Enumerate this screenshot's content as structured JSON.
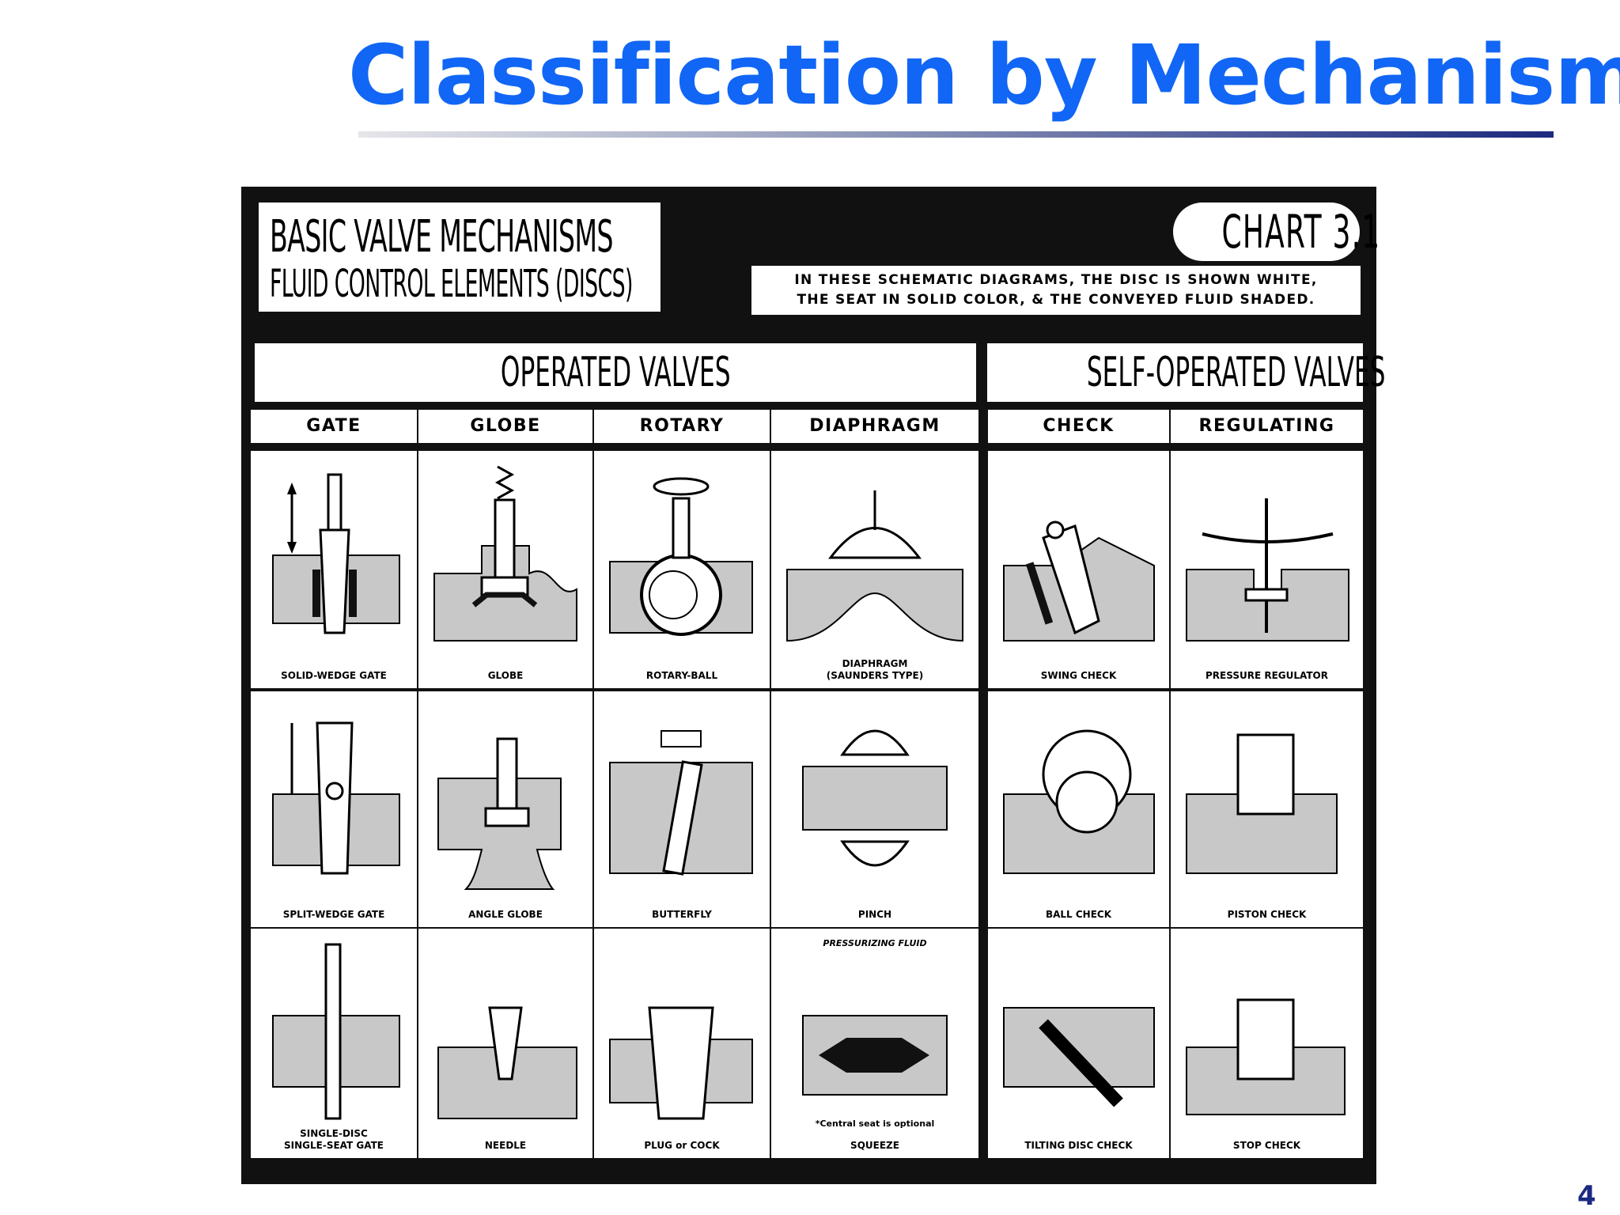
{
  "slide": {
    "title": "Classification by Mechanism",
    "page_number": "4"
  },
  "poster": {
    "title_line1": "BASIC VALVE MECHANISMS",
    "title_line2": "FLUID CONTROL ELEMENTS (DISCS)",
    "chart_number": "CHART 3.1",
    "note_line1": "IN THESE SCHEMATIC DIAGRAMS, THE DISC IS SHOWN WHITE,",
    "note_line2": "THE SEAT IN SOLID COLOR, & THE CONVEYED FLUID SHADED.",
    "groups": [
      "OPERATED VALVES",
      "SELF-OPERATED VALVES"
    ],
    "columns": [
      "GATE",
      "GLOBE",
      "ROTARY",
      "DIAPHRAGM",
      "CHECK",
      "REGULATING"
    ],
    "rows": [
      [
        "SOLID-WEDGE GATE",
        "GLOBE",
        "ROTARY-BALL",
        "DIAPHRAGM\n(SAUNDERS TYPE)",
        "SWING CHECK",
        "PRESSURE REGULATOR"
      ],
      [
        "SPLIT-WEDGE GATE",
        "ANGLE GLOBE",
        "BUTTERFLY",
        "PINCH",
        "BALL CHECK",
        "PISTON CHECK"
      ],
      [
        "SINGLE-DISC\nSINGLE-SEAT GATE",
        "NEEDLE",
        "PLUG or COCK",
        "SQUEEZE",
        "TILTING DISC CHECK",
        "STOP CHECK"
      ]
    ],
    "squeeze_top_note": "PRESSURIZING FLUID",
    "squeeze_bottom_note": "*Central seat is optional",
    "colors": {
      "fluid": "#c8c8c8",
      "seat": "#111111",
      "disc": "#ffffff"
    }
  }
}
